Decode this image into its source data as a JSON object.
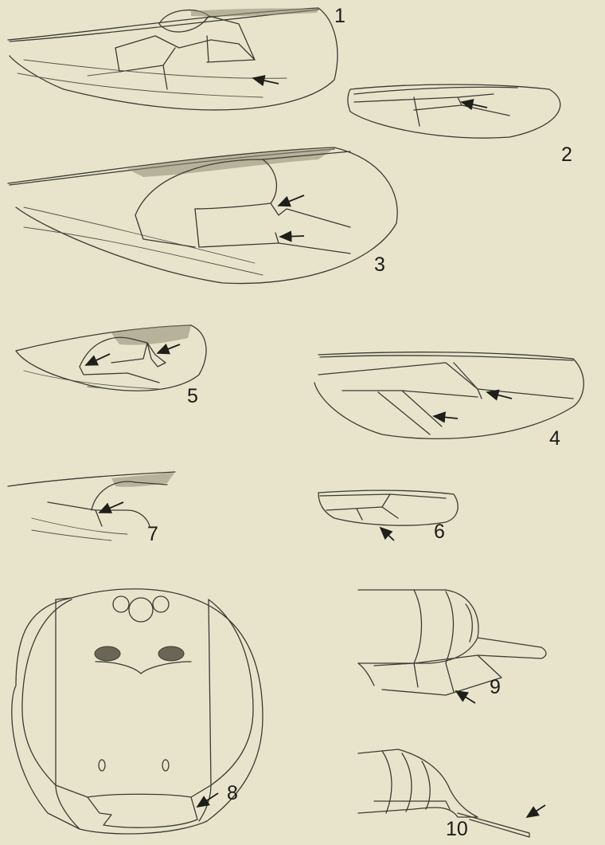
{
  "plate": {
    "background": "#e7e4cb",
    "line_color": "#3b3b32",
    "figure_labels": {
      "f1": "1",
      "f2": "2",
      "f3": "3",
      "f4": "4",
      "f5": "5",
      "f6": "6",
      "f7": "7",
      "f8": "8",
      "f9": "9",
      "f10": "10"
    }
  }
}
